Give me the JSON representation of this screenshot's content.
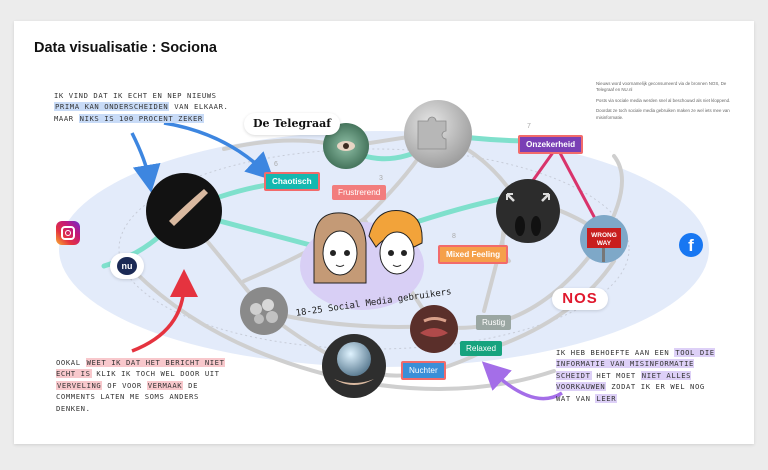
{
  "title": "Data visualisatie : Sociona",
  "side_notes": [
    "Nieuws word voornamelijk geconsumeerd via de bronnen NOS, De Telegraaf en NU.nl",
    "Posts via sociale media werden snel al beschouwd als niet kloppend.",
    "Doordat ze toch sociale media gebruiken maken ze wel iets mee van misinformatie."
  ],
  "quote_top": {
    "parts": [
      {
        "text": "Ik vind dat ik echt en nep nieuws ",
        "hl": ""
      },
      {
        "text": "prima kan onderscheiden",
        "hl": "blue"
      },
      {
        "text": " van elkaar. Maar ",
        "hl": ""
      },
      {
        "text": "niks is 100 procent zeker",
        "hl": "blue"
      }
    ]
  },
  "quote_bottom_left": {
    "parts": [
      {
        "text": "Ookal ",
        "hl": ""
      },
      {
        "text": "weet ik dat het bericht niet echt is",
        "hl": "pink"
      },
      {
        "text": " klik ik toch wel door uit ",
        "hl": ""
      },
      {
        "text": "verveling",
        "hl": "pink"
      },
      {
        "text": " of voor ",
        "hl": ""
      },
      {
        "text": "vermaak",
        "hl": "pink"
      },
      {
        "text": " de comments laten me soms anders denken.",
        "hl": ""
      }
    ]
  },
  "quote_bottom_right": {
    "parts": [
      {
        "text": "Ik heb behoefte aan een ",
        "hl": ""
      },
      {
        "text": "tool die informatie van misinformatie scheidt",
        "hl": "purple"
      },
      {
        "text": " het moet ",
        "hl": ""
      },
      {
        "text": "niet alles voorkauwen",
        "hl": "purple"
      },
      {
        "text": " zodat ik er wel nog wat van ",
        "hl": ""
      },
      {
        "text": "leer",
        "hl": "purple"
      }
    ]
  },
  "center_label": "18-25 Social Media gebruikers",
  "logos": {
    "telegraaf": "De Telegraaf",
    "nos": "NOS",
    "nu": "nu",
    "wrong_way": [
      "WRONG",
      "WAY"
    ]
  },
  "tags": [
    {
      "id": "chaotisch",
      "label": "Chaotisch",
      "number": "6",
      "bg": "#14b8b0",
      "border": "#f26b6b"
    },
    {
      "id": "frustrerend",
      "label": "Frustrerend",
      "number": "3",
      "bg": "#f27d7d",
      "border": ""
    },
    {
      "id": "onzekerheid",
      "label": "Onzekerheid",
      "number": "7",
      "bg": "#7a3fb5",
      "border": "#f26b6b"
    },
    {
      "id": "mixed",
      "label": "Mixed Feeling",
      "number": "8",
      "bg": "#f5a04a",
      "border": "#f26b6b"
    },
    {
      "id": "rustig",
      "label": "Rustig",
      "number": "",
      "bg": "#9aa6a2",
      "border": ""
    },
    {
      "id": "relaxed",
      "label": "Relaxed",
      "number": "",
      "bg": "#16a37e",
      "border": ""
    },
    {
      "id": "nuchter",
      "label": "Nuchter",
      "number": "",
      "bg": "#3a8fd8",
      "border": "#f26b6b"
    }
  ],
  "colors": {
    "ellipse": "#e3ebfa",
    "teal_line": "#7fe0cc",
    "grey_line": "#cfcfcf",
    "magenta_line": "#d9336b",
    "arrow_blue": "#3d86e0",
    "arrow_red": "#e5333f",
    "arrow_purple": "#a46ee8",
    "instagram": "#d6297a",
    "facebook": "#1877f2"
  },
  "icons": [
    "instagram-icon",
    "facebook-icon",
    "hand-icon",
    "puzzle-icon",
    "boots-arrows-icon",
    "crystal-ball-icon",
    "lips-icon",
    "sheep-icon",
    "eye-leaf-icon"
  ]
}
